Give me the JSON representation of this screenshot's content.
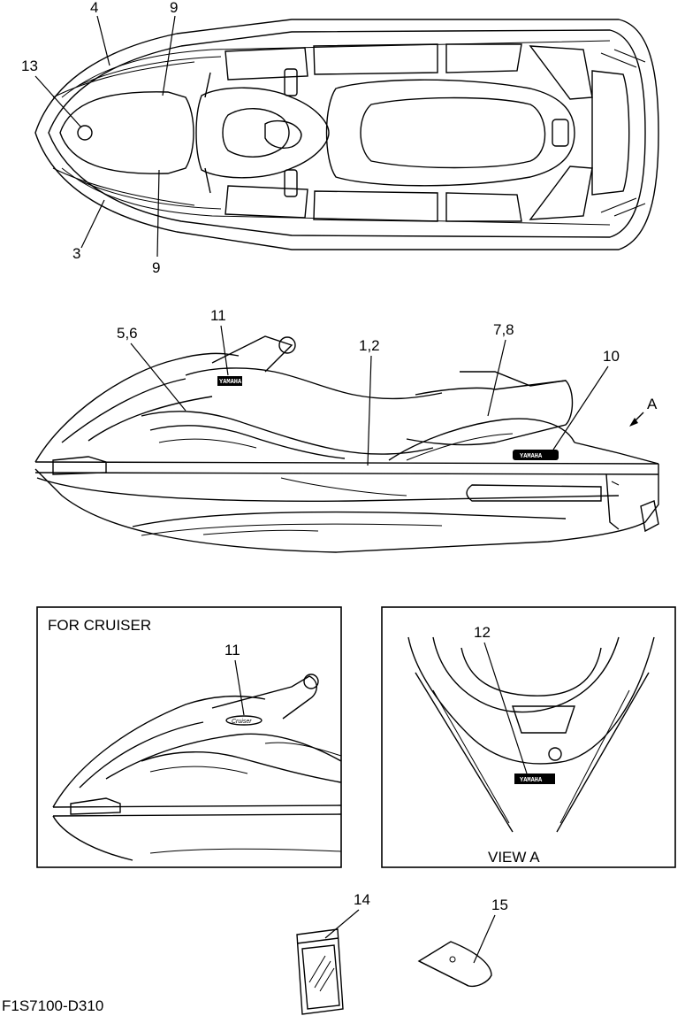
{
  "callouts": {
    "top_view": {
      "c4": "4",
      "c9_upper": "9",
      "c13": "13",
      "c3": "3",
      "c9_lower": "9"
    },
    "side_view": {
      "c11": "11",
      "c56": "5,6",
      "c12_pair": "1,2",
      "c78": "7,8",
      "c10": "10",
      "view_marker": "A"
    },
    "cruiser_panel": {
      "title": "FOR CRUISER",
      "c11": "11"
    },
    "view_a_panel": {
      "c12": "12",
      "caption": "VIEW A"
    },
    "loose_parts": {
      "c14": "14",
      "c15": "15"
    }
  },
  "decal_text": {
    "yamaha_small": "YAMAHA",
    "yamaha_side": "YAMAHA",
    "yamaha_rear": "YAMAHA",
    "cruiser_badge": "Cruiser"
  },
  "diagram_code": "F1S7100-D310"
}
